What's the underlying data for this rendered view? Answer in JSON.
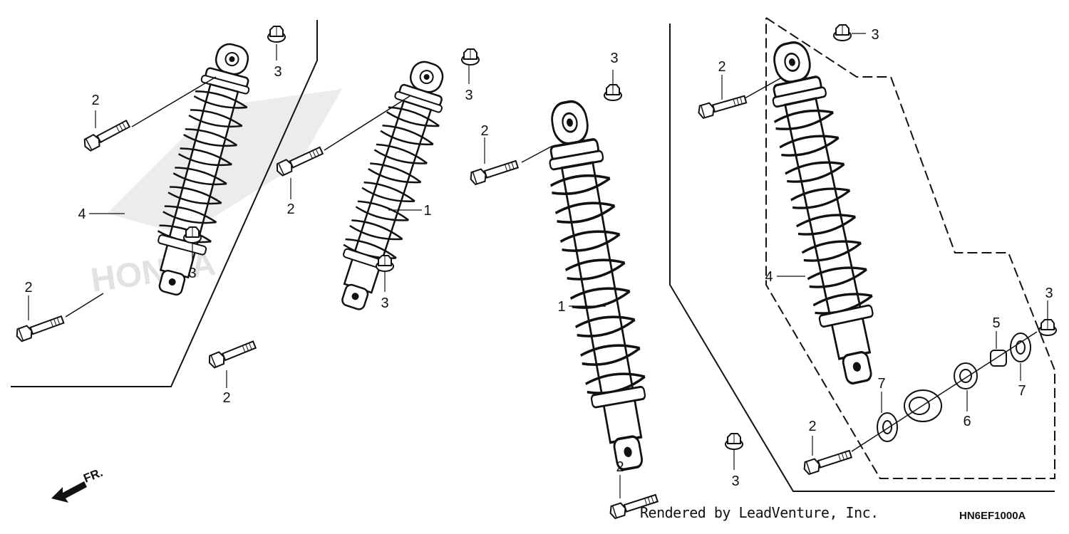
{
  "diagram": {
    "callouts": {
      "c1a": "2",
      "c1b": "3",
      "c1c": "4",
      "c1d": "3",
      "c1e": "2",
      "c2a": "2",
      "c2b": "3",
      "c2c": "1",
      "c2d": "3",
      "c2e": "2",
      "c3a": "2",
      "c3b": "3",
      "c3c": "1",
      "c3d": "2",
      "c3e": "3",
      "c4a": "2",
      "c4b": "3",
      "c4c": "4",
      "c4d": "3",
      "c4e": "5",
      "c4f": "7",
      "c4g": "7",
      "c4h": "6",
      "c4i": "2"
    },
    "direction_label": "FR.",
    "watermark": "HONDA"
  },
  "footer": {
    "credit": "Rendered by LeadVenture, Inc.",
    "code": "HN6EF1000A"
  }
}
